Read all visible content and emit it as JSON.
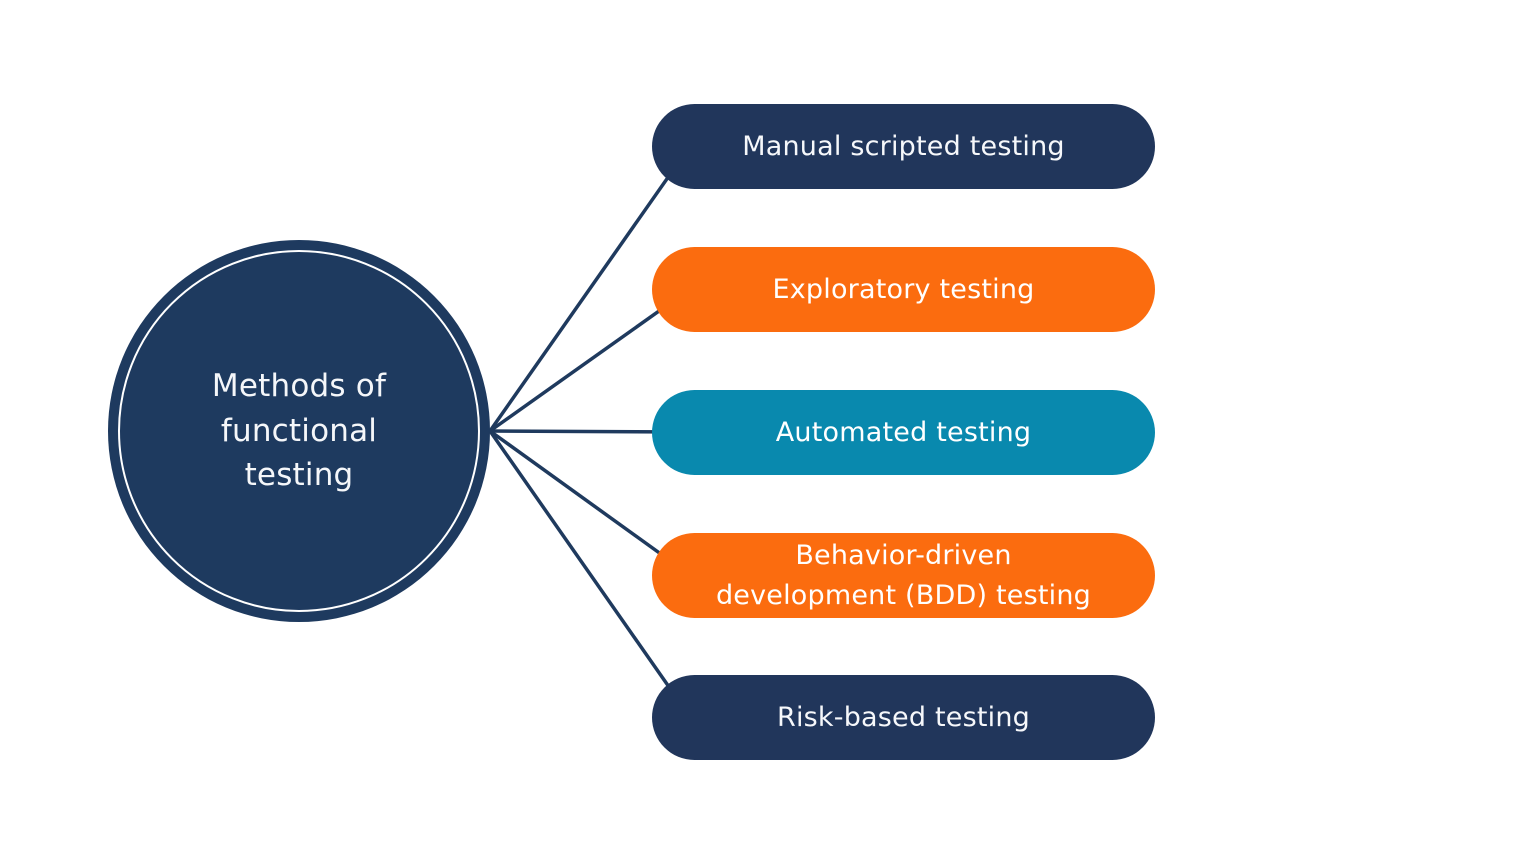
{
  "diagram": {
    "background_color": "#FFFFFF",
    "connector_color": "#1F3A5E",
    "center": {
      "label": "Methods of functional testing",
      "fill_color": "#1E3A5F",
      "ring_color": "#FFFFFF",
      "text_color": "#F5F7FA"
    },
    "nodes": [
      {
        "label": "Manual scripted testing",
        "fill_color": "#21365B",
        "text_color": "#F6F8FB"
      },
      {
        "label": "Exploratory testing",
        "fill_color": "#FB6C0F",
        "text_color": "#FFFFFF"
      },
      {
        "label": "Automated testing",
        "fill_color": "#0989AE",
        "text_color": "#FFFFFF"
      },
      {
        "label": "Behavior-driven development (BDD) testing",
        "fill_color": "#FB6C0F",
        "text_color": "#FFFFFF"
      },
      {
        "label": "Risk-based testing",
        "fill_color": "#21365B",
        "text_color": "#F6F8FB"
      }
    ]
  }
}
